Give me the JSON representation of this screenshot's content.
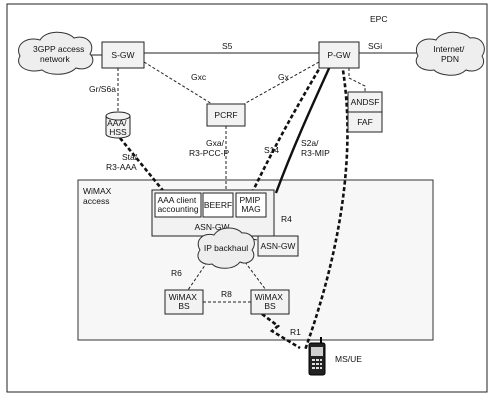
{
  "epc_label": "EPC",
  "nodes": {
    "access_3gpp": "3GPP access network",
    "sgw": "S-GW",
    "pgw": "P-GW",
    "internet": "Internet/ PDN",
    "pcrf": "PCRF",
    "aaa_hss": "AAA/ HSS",
    "andsf": "ANDSF",
    "faf": "FAF",
    "wimax_access": "WiMAX access",
    "aaa_client": "AAA client accounting",
    "beerf": "BEERF",
    "pmip_mag": "PMIP MAG",
    "asn_gw_main": "ASN-GW",
    "asn_gw_2": "ASN-GW",
    "ip_backhaul": "IP backhaul",
    "bs1": "WiMAX BS",
    "bs2": "WiMAX BS",
    "msue": "MS/UE"
  },
  "interfaces": {
    "s5": "S5",
    "sgi": "SGi",
    "gxc": "Gxc",
    "gx": "Gx",
    "gr_s6a": "Gr/S6a",
    "sta": "Sta/ R3-AAA",
    "gxa": "Gxa/ R3-PCC-P",
    "s14": "S14",
    "s2a": "S2a/ R3-MIP",
    "r4": "R4",
    "r6": "R6",
    "r8": "R8",
    "r1": "R1"
  }
}
